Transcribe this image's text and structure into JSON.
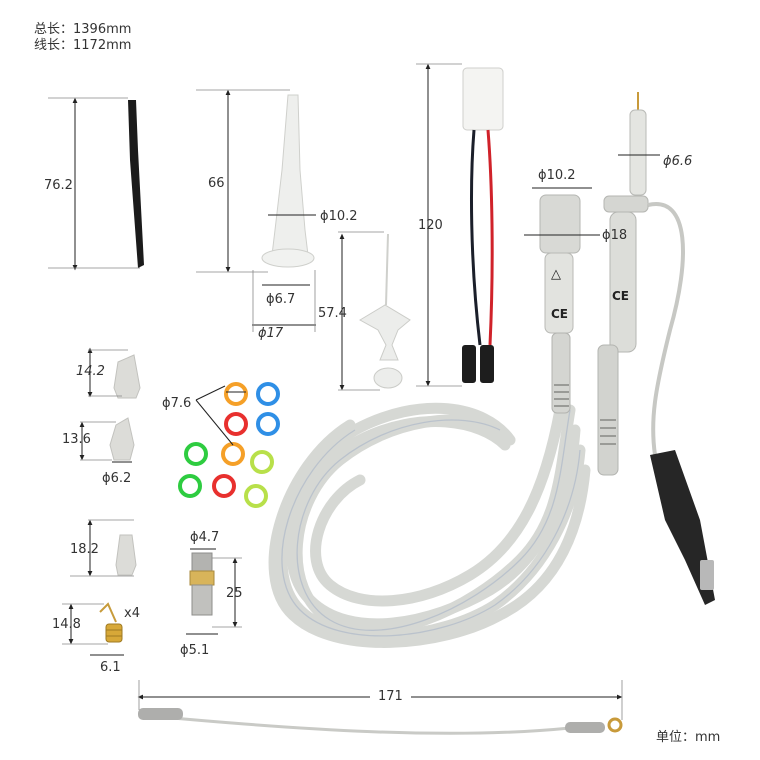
{
  "header": {
    "total_length": "总长：1396mm",
    "cable_length": "线长：1172mm"
  },
  "unit_note": "单位：mm",
  "dimensions": {
    "tip_len": "76.2",
    "hook_len": "66",
    "hook_dia": "ϕ10.2",
    "hook_inner": "ϕ6.7",
    "hook_base": "ϕ17",
    "grabber_len": "57.4",
    "lead_len": "120",
    "probe_head_dia": "ϕ10.2",
    "probe_body_dia": "ϕ18",
    "probe_tip_dia": "ϕ6.6",
    "ring_dia": "ϕ7.6",
    "cap1_len": "14.2",
    "cap2_len": "13.6",
    "cap2_dia": "ϕ6.2",
    "cap3_len": "18.2",
    "adapter_top_dia": "ϕ4.7",
    "adapter_len": "25",
    "adapter_bottom_dia": "ϕ5.1",
    "spring_len": "14.8",
    "spring_count": "x4",
    "spring_w": "6.1",
    "ground_lead_len": "171"
  },
  "ring_colors": [
    "#f5a028",
    "#2f8fe6",
    "#e8302e",
    "#2f8fe6",
    "#2ecc40",
    "#f5a028",
    "#b8e04a",
    "#2ecc40",
    "#e8302e",
    "#b8e04a"
  ],
  "icons": {
    "warning": "△",
    "ce": "CE"
  }
}
